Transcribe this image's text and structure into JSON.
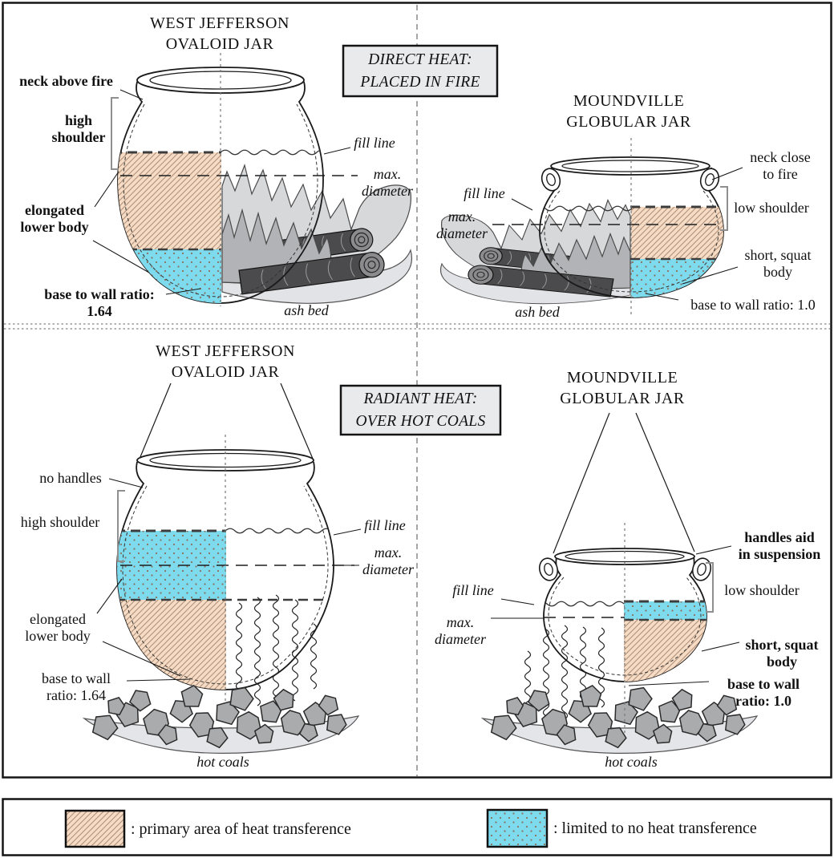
{
  "colors": {
    "primary_heat_fill": "#f6dcc4",
    "limited_heat_fill": "#7edbed"
  },
  "heat_modes": {
    "direct": "DIRECT HEAT:\nPLACED IN FIRE",
    "radiant": "RADIANT HEAT:\nOVER HOT COALS"
  },
  "q1": {
    "title": "WEST JEFFERSON\nOVALOID JAR",
    "neck": "neck above fire",
    "shoulder": "high\nshoulder",
    "body": "elongated\nlower body",
    "ratio": "base to wall ratio:\n1.64",
    "fill_line": "fill line",
    "max_diameter": "max.\ndiameter",
    "bed": "ash bed"
  },
  "q2": {
    "title": "MOUNDVILLE\nGLOBULAR JAR",
    "neck": "neck close\nto fire",
    "shoulder": "low shoulder",
    "body": "short, squat\nbody",
    "ratio": "base to wall ratio: 1.0",
    "fill_line": "fill line",
    "max_diameter": "max.\ndiameter",
    "bed": "ash bed"
  },
  "q3": {
    "title": "WEST JEFFERSON\nOVALOID JAR",
    "handles": "no handles",
    "shoulder": "high shoulder",
    "body": "elongated\nlower body",
    "ratio": "base to wall\nratio: 1.64",
    "fill_line": "fill line",
    "max_diameter": "max.\ndiameter",
    "bed": "hot coals"
  },
  "q4": {
    "title": "MOUNDVILLE\nGLOBULAR JAR",
    "handles": "handles aid\nin suspension",
    "shoulder": "low shoulder",
    "body": "short, squat\nbody",
    "ratio": "base to wall\nratio: 1.0",
    "fill_line": "fill line",
    "max_diameter": "max.\ndiameter",
    "bed": "hot coals"
  },
  "legend": {
    "primary": ": primary area of heat transference",
    "limited": ": limited to no heat transference"
  }
}
